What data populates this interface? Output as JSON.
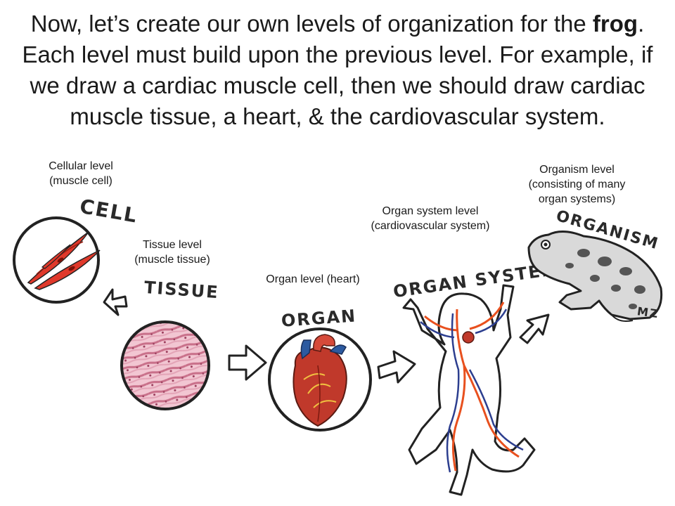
{
  "heading": {
    "part1": "Now, let’s create our own levels of organization for the ",
    "bold": "frog",
    "part2": ".  Each level must build upon the previous level.  For example, if we draw a cardiac muscle cell, then we should draw cardiac muscle tissue, a heart, & the cardiovascular system."
  },
  "labels": {
    "cellular_1": "Cellular level",
    "cellular_2": "(muscle cell)",
    "tissue_1": "Tissue level",
    "tissue_2": "(muscle tissue)",
    "organ": "Organ level (heart)",
    "system_1": "Organ system level",
    "system_2": "(cardiovascular system)",
    "organism_1": "Organism level",
    "organism_2": "(consisting of many",
    "organism_3": "organ systems)"
  },
  "drawn_words": {
    "cell": "CELL",
    "tissue": "TISSUE",
    "organ": "ORGAN",
    "organ_system": "ORGAN SYSTEM",
    "organism": "ORGANISM",
    "initials": "MZ"
  },
  "colors": {
    "muscle_cell": "#e0392b",
    "tissue": "#d98ca0",
    "heart": "#c0392b",
    "artery": "#e8501e",
    "vein": "#2c3e8f",
    "frog_spots": "#555555"
  }
}
